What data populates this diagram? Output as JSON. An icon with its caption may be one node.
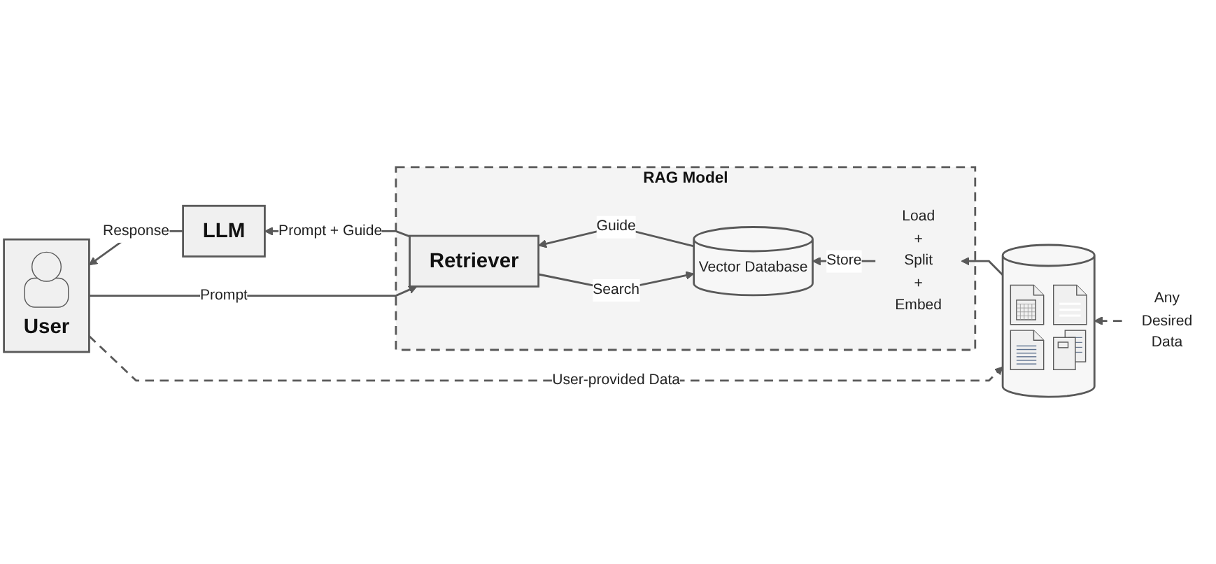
{
  "diagram": {
    "nodes": [
      {
        "text": [
          "LLM"
        ]
      },
      {
        "text": [
          "Any Desired Data"
        ]
      },
      {
        "text": [
          "RAG Model"
        ]
      },
      {
        "text": [
          "User"
        ]
      },
      {
        "text": [
          "Retriever"
        ],
        "in": 2
      },
      {
        "text": [
          "Vector Database"
        ],
        "in": 2
      },
      {
        "text": [
          "Load + Split + Embed"
        ],
        "in": 2
      },
      {
        "text": [],
        "shape": "cylinder"
      }
    ],
    "edges": [
      {
        "from": 0,
        "to": 3,
        "arrow": "to",
        "label": "Response"
      },
      {
        "from": 3,
        "to": 4,
        "arrow": "to",
        "label": "Prompt"
      },
      {
        "from": 4,
        "to": 0,
        "arrow": "to",
        "label": "Prompt + Guide"
      },
      {
        "from": 5,
        "to": 4,
        "arrow": "to",
        "label": "Guide"
      },
      {
        "from": 4,
        "to": 5,
        "arrow": "to",
        "label": "Search"
      },
      {
        "from": 6,
        "to": 5,
        "arrow": "to",
        "label": "Store"
      },
      {
        "from": 7,
        "to": 6,
        "arrow": "to"
      },
      {
        "from": 1,
        "to": 7,
        "arrow": "to",
        "style": "dashed"
      },
      {
        "from": 3,
        "to": 7,
        "arrow": "to",
        "style": "dashed",
        "label": "User-provided Data"
      }
    ]
  }
}
